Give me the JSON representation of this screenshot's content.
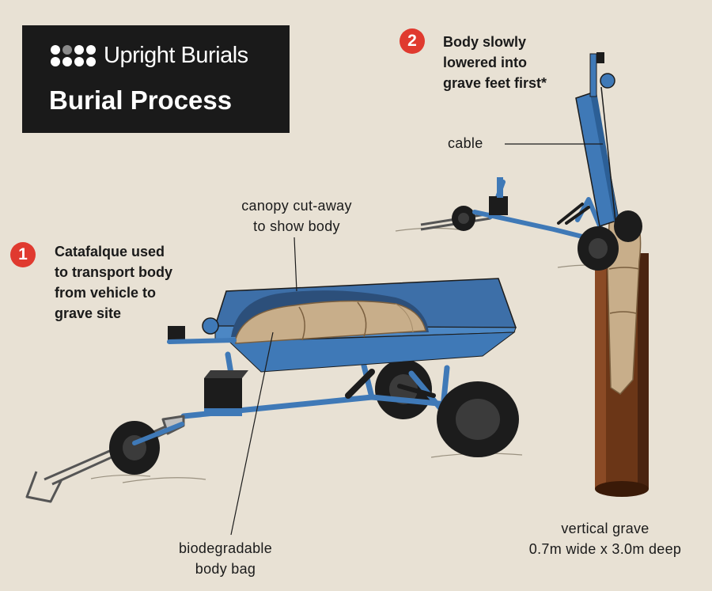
{
  "brand": {
    "name": "Upright Burials"
  },
  "title": "Burial Process",
  "steps": [
    {
      "number": "1",
      "lines": [
        "Catafalque used",
        "to transport body",
        "from vehicle to",
        "grave site"
      ]
    },
    {
      "number": "2",
      "lines": [
        "Body slowly",
        "lowered into",
        "grave feet first*"
      ]
    }
  ],
  "labels": {
    "canopy": [
      "canopy cut-away",
      "to show body"
    ],
    "cable": "cable",
    "body_bag": [
      "biodegradable",
      "body bag"
    ],
    "grave": [
      "vertical grave",
      "0.7m wide x 3.0m deep"
    ]
  },
  "colors": {
    "background": "#e8e1d4",
    "frame_blue": "#3f79b7",
    "body_tan": "#c8ae8a",
    "grave_brown": "#6b3617",
    "badge_red": "#e03a2f"
  }
}
